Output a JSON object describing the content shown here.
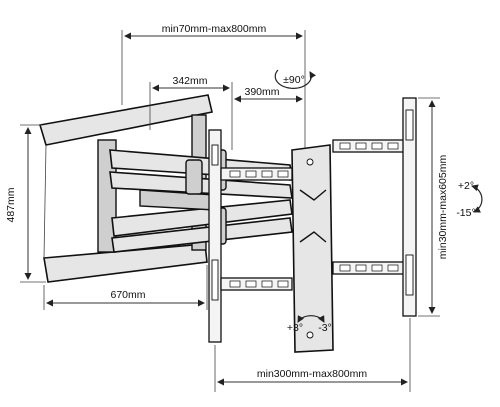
{
  "dimensions": {
    "depth_range": "min70mm-max800mm",
    "arm_segment_1": "342mm",
    "arm_segment_2": "390mm",
    "wall_plate_height": "487mm",
    "wall_plate_width": "670mm",
    "vesa_vertical": "min30mm-max605mm",
    "vesa_horizontal": "min300mm-max800mm"
  },
  "adjustments": {
    "swivel": "±90°",
    "tilt_up": "+2°",
    "tilt_down": "-15°",
    "level_plus": "+3°",
    "level_minus": "-3°"
  }
}
